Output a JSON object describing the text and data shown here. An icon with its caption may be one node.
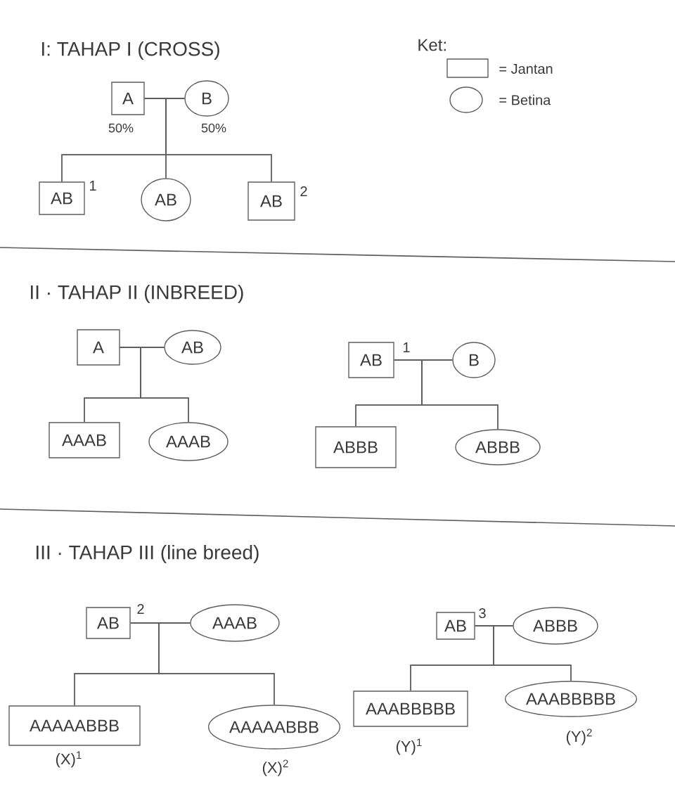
{
  "diagram": {
    "nodes": [
      {
        "text": [
          "A"
        ],
        "beside": [
          "50%"
        ]
      },
      {
        "text": [
          "B"
        ],
        "beside": [
          "50%"
        ]
      },
      {
        "text": [
          "AB"
        ],
        "beside": [
          "1"
        ]
      },
      {
        "text": [
          "AB"
        ]
      },
      {
        "text": [
          "AB"
        ],
        "beside": [
          "2"
        ]
      },
      {
        "text": [
          "A"
        ]
      },
      {
        "text": [
          "AB"
        ]
      },
      {
        "text": [
          "AAAB"
        ]
      },
      {
        "text": [
          "AAAB"
        ]
      },
      {
        "text": [
          "AB"
        ],
        "beside": [
          "1"
        ]
      },
      {
        "text": [
          "B"
        ]
      },
      {
        "text": [
          "ABBB"
        ]
      },
      {
        "text": [
          "ABBB"
        ]
      },
      {
        "text": [
          "AB"
        ],
        "beside": [
          "2"
        ]
      },
      {
        "text": [
          "AAAB"
        ]
      },
      {
        "text": [
          "AAAAABBB"
        ],
        "beside": [
          "(X)$^{1}$"
        ]
      },
      {
        "text": [
          "AAAAABBB"
        ],
        "beside": [
          "(X)$^{2}$"
        ]
      },
      {
        "text": [
          "AB"
        ],
        "beside": [
          "3"
        ]
      },
      {
        "text": [
          "ABBB"
        ]
      },
      {
        "text": [
          "AAABBBBB"
        ],
        "beside": [
          "(Y)$^{1}$"
        ]
      },
      {
        "text": [
          "AAABBBBB"
        ],
        "beside": [
          "(Y)$^{2}$"
        ]
      }
    ],
    "edges": [
      {
        "from": 0,
        "to": 1,
        "arrow": "none"
      },
      {
        "from": 0,
        "to": 2,
        "arrow": "none"
      },
      {
        "from": 1,
        "to": 2,
        "arrow": "none"
      },
      {
        "from": 0,
        "to": 3,
        "arrow": "none"
      },
      {
        "from": 1,
        "to": 3,
        "arrow": "none"
      },
      {
        "from": 0,
        "to": 4,
        "arrow": "none"
      },
      {
        "from": 1,
        "to": 4,
        "arrow": "none"
      },
      {
        "from": 5,
        "to": 6,
        "arrow": "none"
      },
      {
        "from": 5,
        "to": 7,
        "arrow": "none"
      },
      {
        "from": 6,
        "to": 7,
        "arrow": "none"
      },
      {
        "from": 5,
        "to": 8,
        "arrow": "none"
      },
      {
        "from": 6,
        "to": 8,
        "arrow": "none"
      },
      {
        "from": 9,
        "to": 10,
        "arrow": "none"
      },
      {
        "from": 9,
        "to": 11,
        "arrow": "none"
      },
      {
        "from": 10,
        "to": 11,
        "arrow": "none"
      },
      {
        "from": 9,
        "to": 12,
        "arrow": "none"
      },
      {
        "from": 10,
        "to": 12,
        "arrow": "none"
      },
      {
        "from": 13,
        "to": 14,
        "arrow": "none"
      },
      {
        "from": 13,
        "to": 15,
        "arrow": "none"
      },
      {
        "from": 14,
        "to": 15,
        "arrow": "none"
      },
      {
        "from": 13,
        "to": 16,
        "arrow": "none"
      },
      {
        "from": 14,
        "to": 16,
        "arrow": "none"
      },
      {
        "from": 17,
        "to": 18,
        "arrow": "none"
      },
      {
        "from": 17,
        "to": 19,
        "arrow": "none"
      },
      {
        "from": 18,
        "to": 19,
        "arrow": "none"
      },
      {
        "from": 17,
        "to": 20,
        "arrow": "none"
      },
      {
        "from": 18,
        "to": 20,
        "arrow": "none"
      }
    ],
    "labels": [
      "I: TAHAP I (CROSS)",
      "Ket:",
      "II · TAHAP II (INBREED)",
      "III · TAHAP III (line breed)"
    ],
    "legend": [
      {
        "text": "= Jantan"
      },
      {
        "text": "= Betina"
      }
    ]
  }
}
